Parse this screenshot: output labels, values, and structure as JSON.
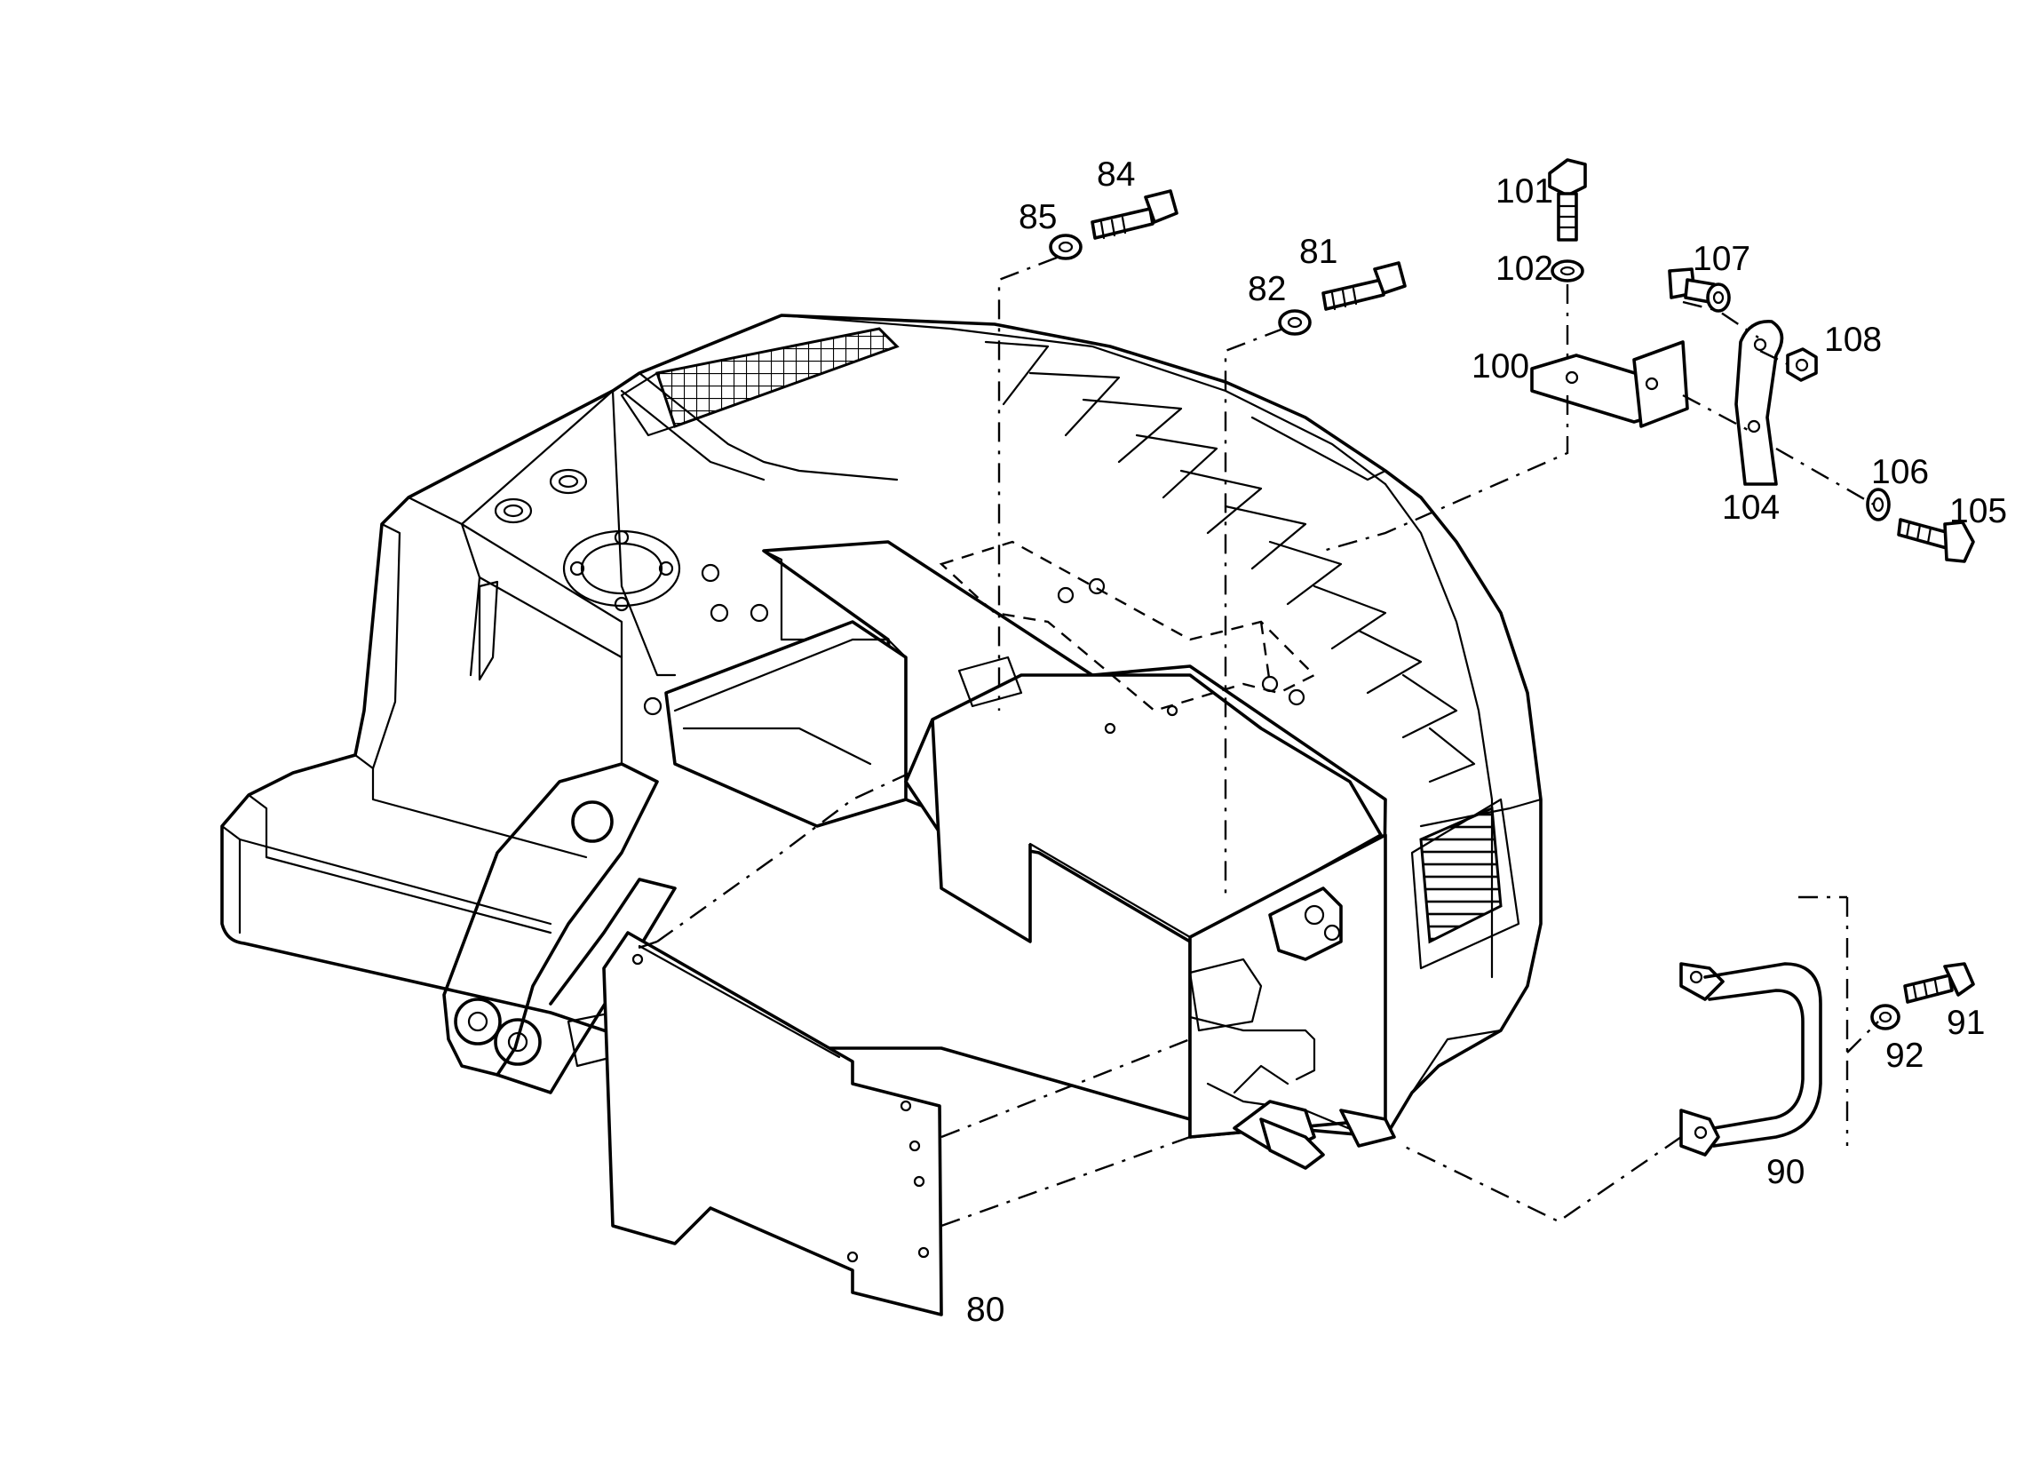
{
  "callouts": [
    {
      "id": "80",
      "label": "80"
    },
    {
      "id": "81",
      "label": "81"
    },
    {
      "id": "82",
      "label": "82"
    },
    {
      "id": "84",
      "label": "84"
    },
    {
      "id": "85",
      "label": "85"
    },
    {
      "id": "90",
      "label": "90"
    },
    {
      "id": "91",
      "label": "91"
    },
    {
      "id": "92",
      "label": "92"
    },
    {
      "id": "100",
      "label": "100"
    },
    {
      "id": "101",
      "label": "101"
    },
    {
      "id": "102",
      "label": "102"
    },
    {
      "id": "104",
      "label": "104"
    },
    {
      "id": "105",
      "label": "105"
    },
    {
      "id": "106",
      "label": "106"
    },
    {
      "id": "107",
      "label": "107"
    },
    {
      "id": "108",
      "label": "108"
    }
  ],
  "colors": {
    "line": "#000000",
    "background": "#ffffff"
  }
}
